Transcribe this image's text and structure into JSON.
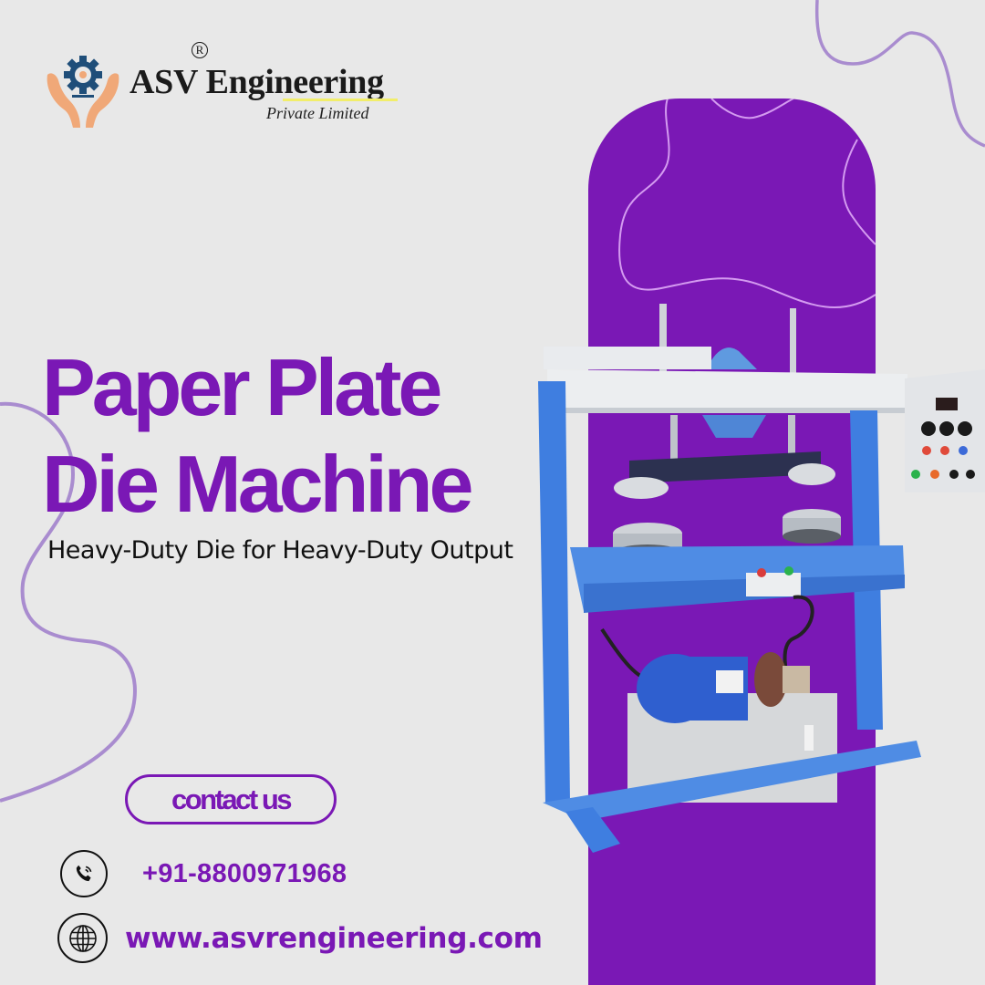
{
  "brand": {
    "name": "ASV Engineering",
    "registered_mark": "R",
    "subtitle": "Private Limited",
    "logo_icon": "gear-in-hands-icon"
  },
  "hero": {
    "title_line1": "Paper Plate",
    "title_line2": "Die Machine",
    "tagline": "Heavy-Duty Die for Heavy-Duty Output"
  },
  "cta": {
    "contact_label": "contact us"
  },
  "contact": {
    "phone": "+91-8800971968",
    "phone_icon": "phone-icon",
    "website": "www.asvrengineering.com",
    "website_icon": "globe-icon"
  },
  "product_image": {
    "subject": "paper-plate-die-machine",
    "icon": "machine-illustration"
  },
  "colors": {
    "background": "#e8e8e8",
    "accent_purple": "#7a18b5",
    "curve_lilac": "#a98ccf",
    "panel_curve": "#d49bf0",
    "machine_blue": "#3f7ee0",
    "logo_gear": "#1f4e79",
    "logo_hands": "#f0a878"
  }
}
